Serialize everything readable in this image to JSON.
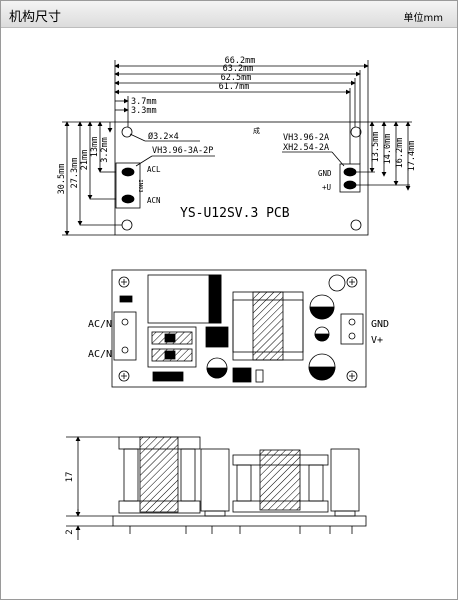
{
  "header": {
    "title": "机构尺寸",
    "unit": "单位mm"
  },
  "top_view": {
    "width_dims": [
      "66.2mm",
      "63.2mm",
      "62.5mm",
      "61.7mm"
    ],
    "left_dims": [
      "3.7mm",
      "3.3mm"
    ],
    "height_dims_left": [
      "30.5mm",
      "27.3mm",
      "21mm",
      "13mm",
      "3.2mm"
    ],
    "height_dims_right": [
      "13.5mm",
      "14.0mm",
      "16.2mm",
      "17.4mm"
    ],
    "hole_label": "Ø3.2×4",
    "in_connector": "VH3.96-3A-2P",
    "out_connectors": [
      "VH3.96-2A",
      "XH2.54-2A"
    ],
    "pin_acl": "ACL",
    "pin_acn": "ACN",
    "pin_gnd": "GND",
    "pin_v": "+U",
    "in_ref": "IN03",
    "board_name": "YS-U12SV.3 PCB",
    "corner_mark": "成"
  },
  "component_view": {
    "left_labels": [
      "AC/N",
      "AC/N"
    ],
    "right_labels": [
      "GND",
      "V+"
    ]
  },
  "side_view": {
    "height": "17",
    "thickness": "2"
  }
}
